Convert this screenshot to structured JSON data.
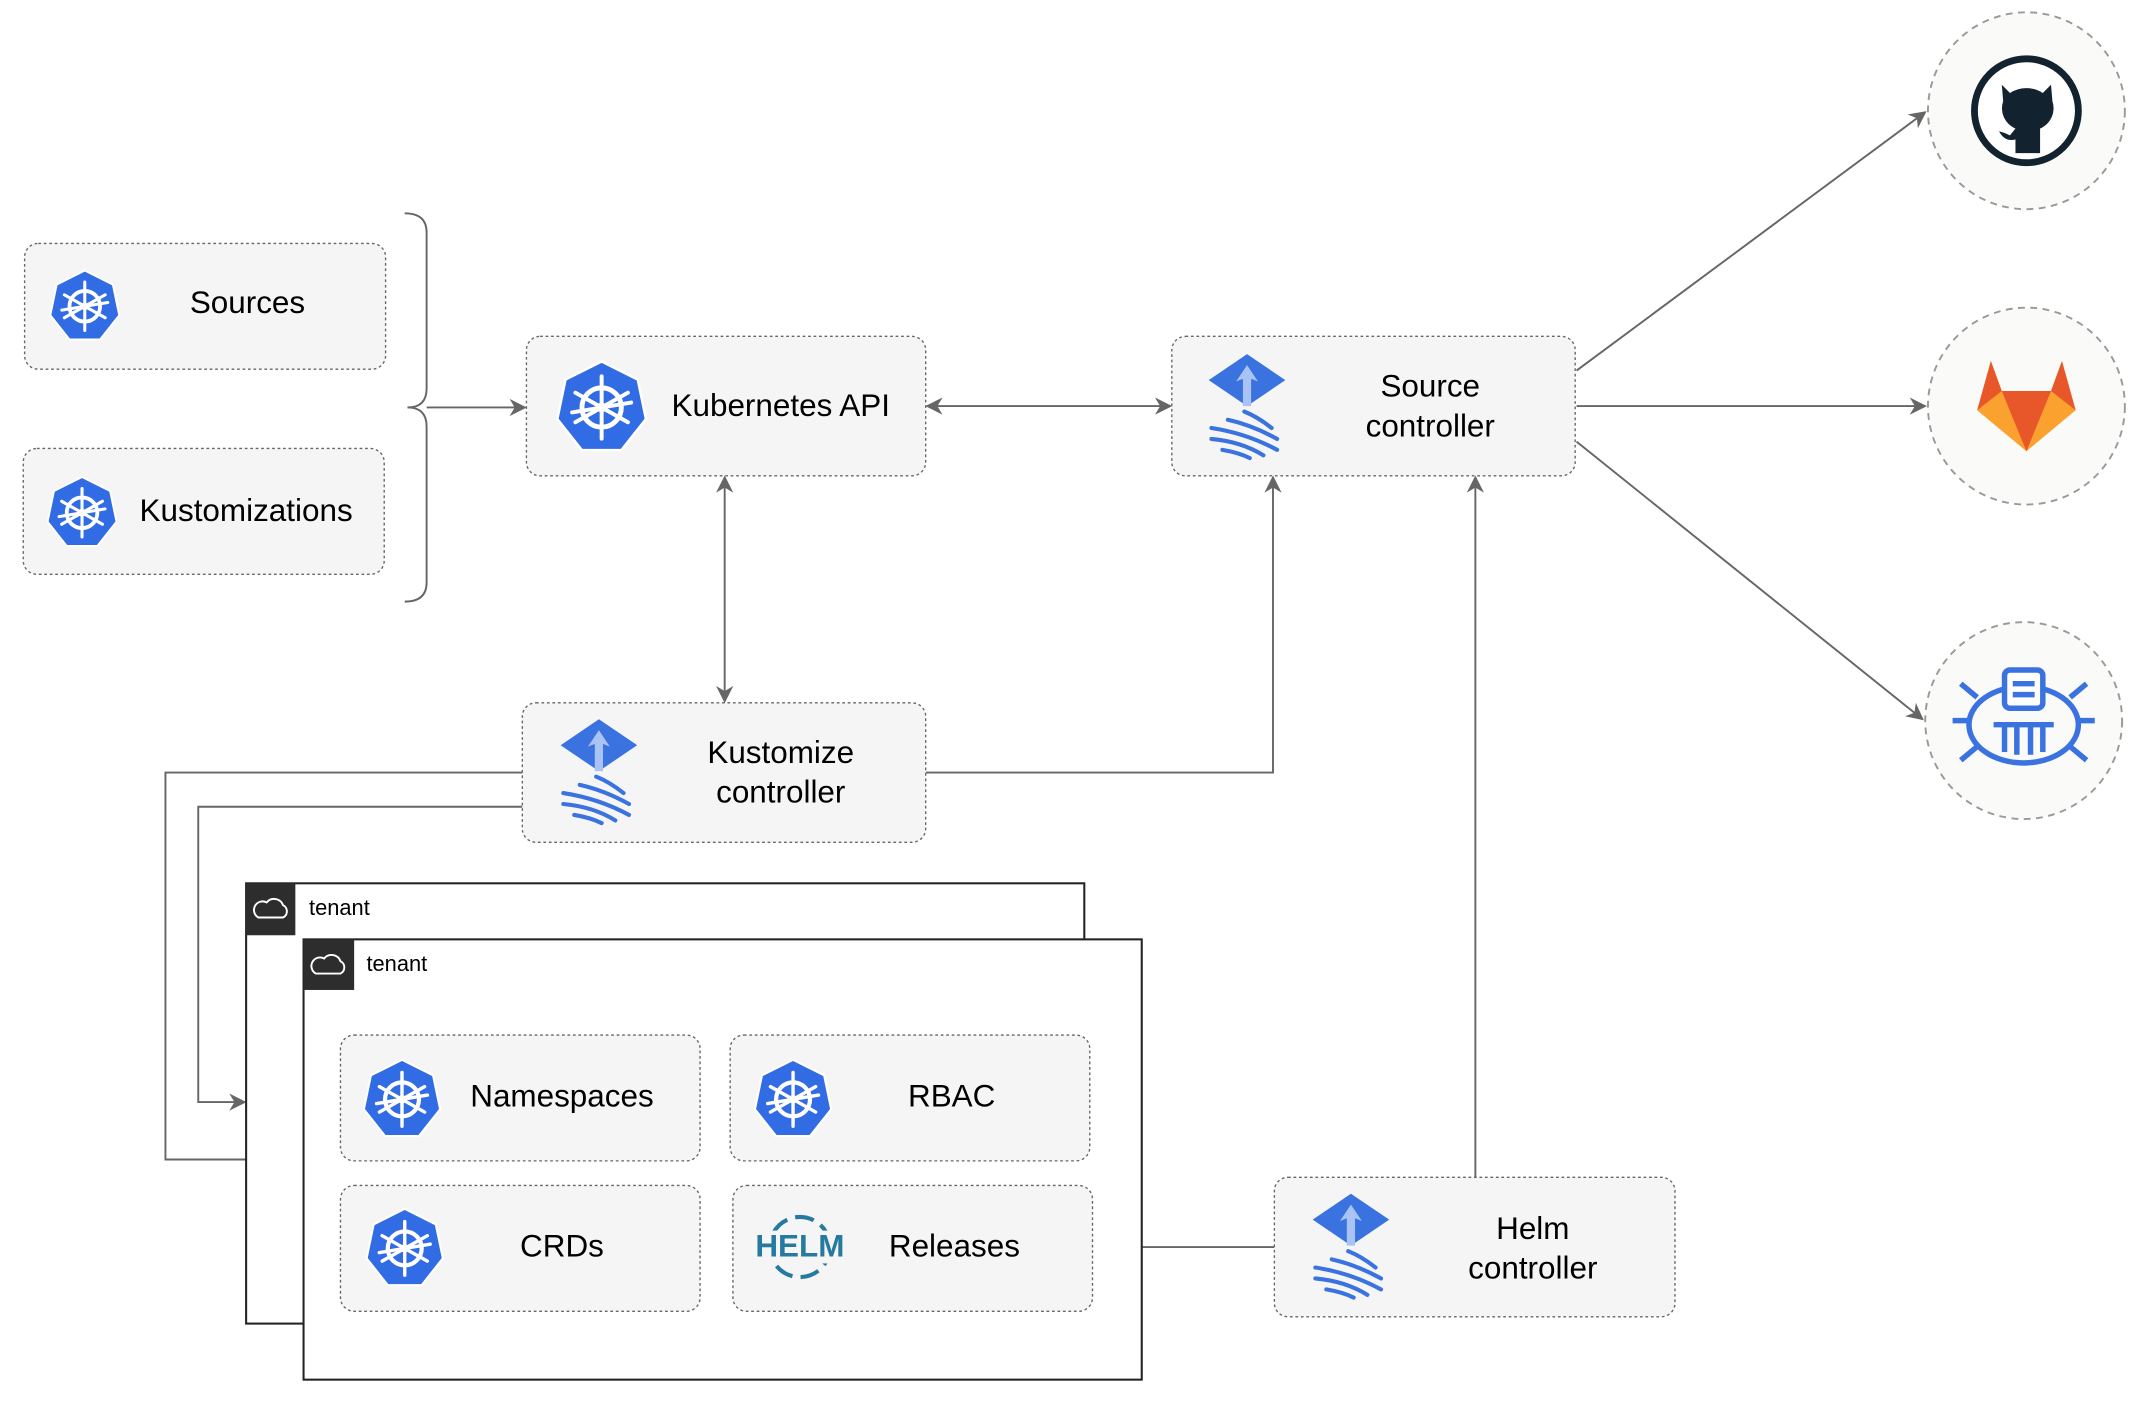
{
  "nodes": {
    "sources": "Sources",
    "kustomizations": "Kustomizations",
    "kubernetes_api": "Kubernetes API",
    "source_controller": [
      "Source",
      "controller"
    ],
    "kustomize_controller": [
      "Kustomize",
      "controller"
    ],
    "helm_controller": [
      "Helm",
      "controller"
    ],
    "namespaces": "Namespaces",
    "rbac": "RBAC",
    "crds": "CRDs",
    "releases": "Releases"
  },
  "tenants": [
    "tenant",
    "tenant"
  ],
  "helm_logo_text": "HELM",
  "external_sources": [
    "github-icon",
    "gitlab-icon",
    "bucket-icon"
  ],
  "colors": {
    "k8s_blue": "#326ce5",
    "flux_blue": "#3a73e0",
    "edge": "#666666",
    "github": "#13222f",
    "gitlab_red": "#e8572a",
    "gitlab_orange": "#fba12f",
    "helm": "#277a9f"
  }
}
